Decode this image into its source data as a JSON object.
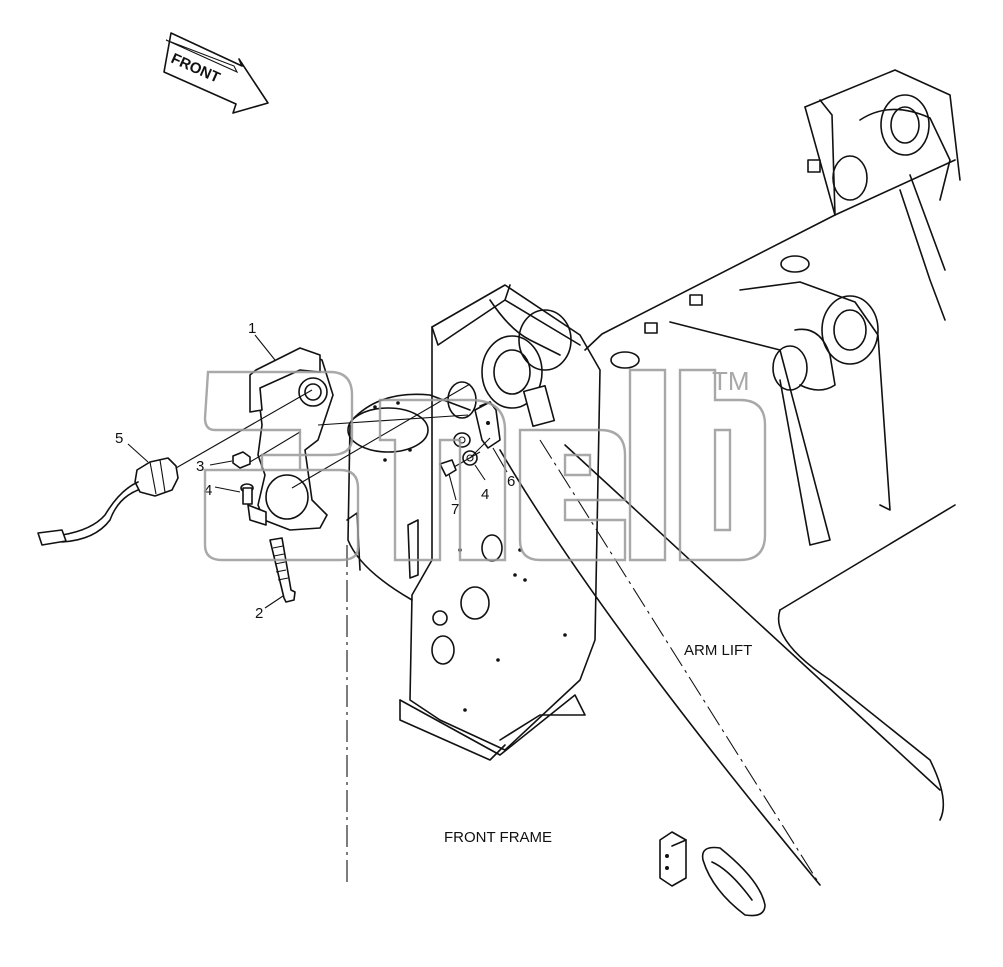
{
  "direction_arrow": {
    "text": "FRONT"
  },
  "callouts": [
    {
      "id": "1",
      "text": "1"
    },
    {
      "id": "2",
      "text": "2"
    },
    {
      "id": "3",
      "text": "3"
    },
    {
      "id": "4a",
      "text": "4"
    },
    {
      "id": "4b",
      "text": "4"
    },
    {
      "id": "5",
      "text": "5"
    },
    {
      "id": "6",
      "text": "6"
    },
    {
      "id": "7",
      "text": "7"
    }
  ],
  "assembly_labels": {
    "arm_lift": "ARM LIFT",
    "front_frame": "FRONT FRAME"
  },
  "watermark": {
    "trademark": "TM"
  }
}
